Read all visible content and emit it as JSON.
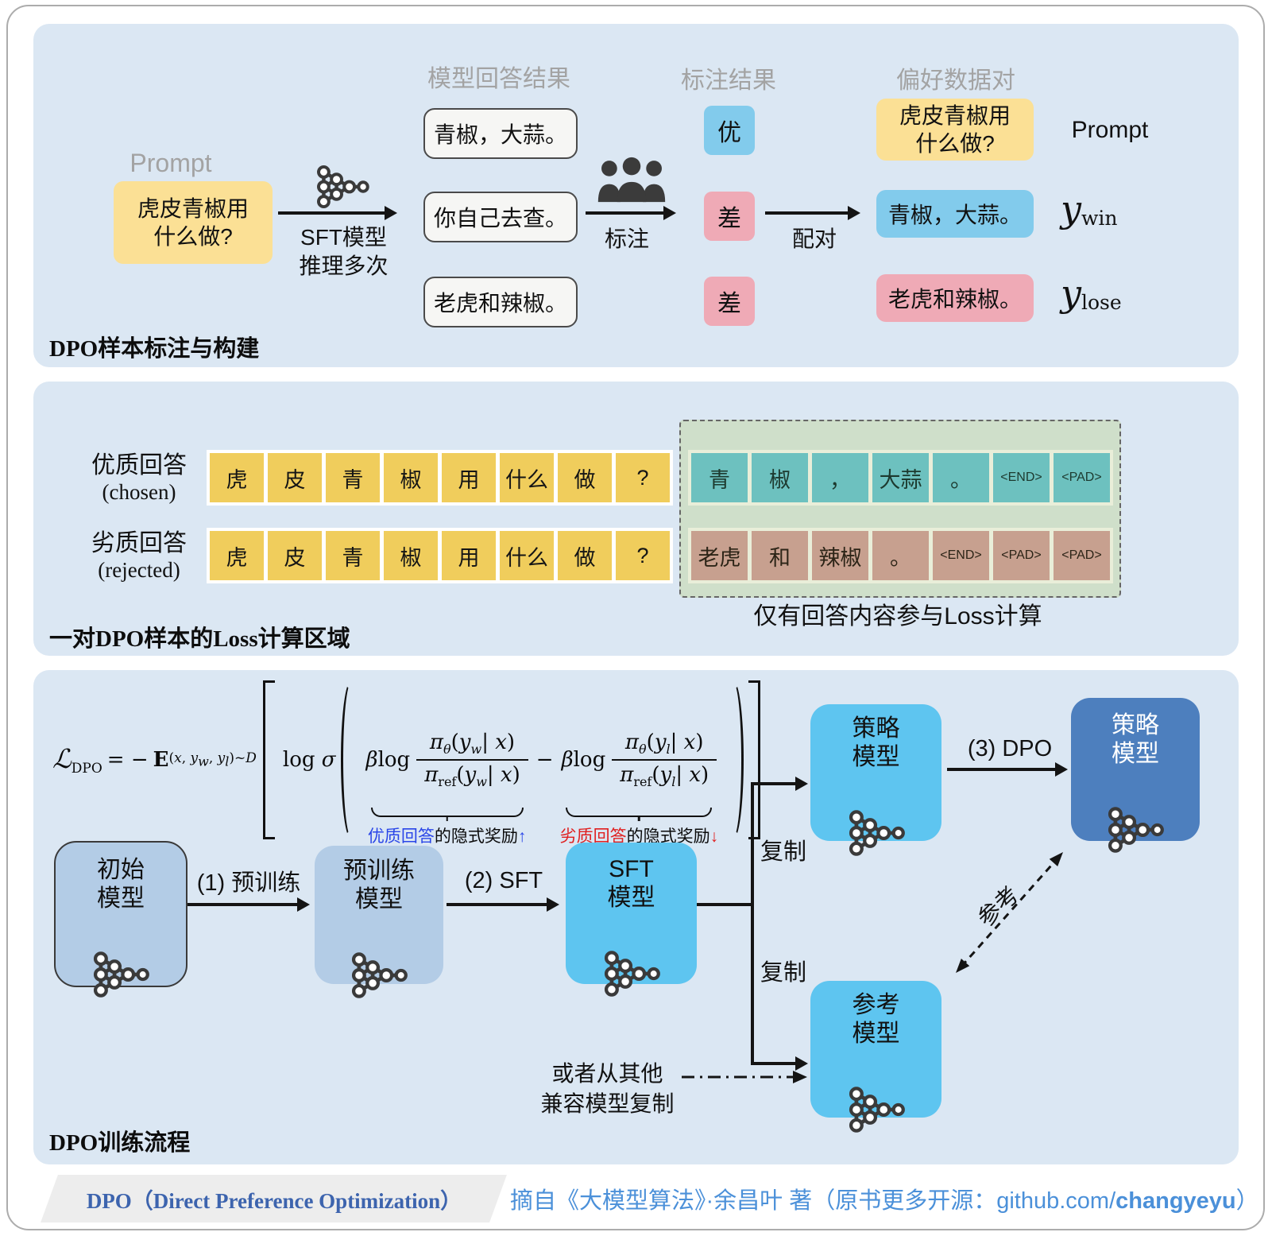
{
  "panel_annotation": {
    "caption": "DPO样本标注与构建",
    "col_responses_header": "模型回答结果",
    "col_ratings_header": "标注结果",
    "col_pairs_header": "偏好数据对",
    "prompt_label": "Prompt",
    "prompt_text": "虎皮青椒用\n什么做?",
    "sft_arrow_label": "SFT模型\n推理多次",
    "annotate_arrow_label": "标注",
    "pair_arrow_label": "配对",
    "responses": [
      "青椒，大蒜。",
      "你自己去查。",
      "老虎和辣椒。"
    ],
    "ratings": [
      "优",
      "差",
      "差"
    ],
    "pair_prompt_text": "虎皮青椒用\n什么做?",
    "pair_prompt_tag": "Prompt",
    "pair_win_text": "青椒，大蒜。",
    "pair_win_tag_main": "y",
    "pair_win_tag_sub": "win",
    "pair_lose_text": "老虎和辣椒。",
    "pair_lose_tag_main": "y",
    "pair_lose_tag_sub": "lose"
  },
  "panel_loss": {
    "caption": "一对DPO样本的Loss计算区域",
    "chosen_label": "优质回答",
    "chosen_sublabel": "(chosen)",
    "rejected_label": "劣质回答",
    "rejected_sublabel": "(rejected)",
    "prompt_tokens": [
      "虎",
      "皮",
      "青",
      "椒",
      "用",
      "什么",
      "做",
      "?"
    ],
    "chosen_tokens": [
      "青",
      "椒",
      "，",
      "大蒜",
      "。",
      "<END>",
      "<PAD>"
    ],
    "rejected_tokens": [
      "老虎",
      "和",
      "辣椒",
      "。",
      "<END>",
      "<PAD>",
      "<PAD>"
    ],
    "loss_note": "仅有回答内容参与Loss计算"
  },
  "panel_training": {
    "caption": "DPO训练流程",
    "formula": {
      "L": "ℒ",
      "L_sub": "DPO",
      "eq": "= −",
      "E": "E",
      "esub_open": "(",
      "x": "x",
      "comma": ", ",
      "y": "y",
      "w": "w",
      "l": "l",
      "esub_close": ")",
      "sim": "~",
      "D": "D",
      "log": "log",
      "sigma": "σ",
      "beta": "β",
      "pi": "π",
      "theta": "θ",
      "ref": "ref",
      "open": "(",
      "bar": "| ",
      "close": ")",
      "minus": "−",
      "win_label_colored": "优质回答",
      "win_label_rest": "的隐式奖励",
      "win_arrow": "↑",
      "lose_label_colored": "劣质回答",
      "lose_label_rest": "的隐式奖励",
      "lose_arrow": "↓"
    },
    "flow": {
      "init_model": "初始\n模型",
      "step1": "(1) 预训练",
      "pretrained_model": "预训练\n模型",
      "step2": "(2) SFT",
      "sft_model": "SFT\n模型",
      "copy_top": "复制",
      "copy_bottom": "复制",
      "policy_model_1": "策略\n模型",
      "step3": "(3) DPO",
      "policy_model_2": "策略\n模型",
      "ref_model": "参考\n模型",
      "ref_arrow_label": "参考",
      "alt_copy_note": "或者从其他\n兼容模型复制"
    }
  },
  "footer": {
    "title": "DPO（Direct Preference Optimization）",
    "source_prefix": "摘自《大模型算法》·余昌叶 著（原书更多开源：github.com/",
    "source_bold": "changyeyu",
    "source_suffix": "）"
  },
  "colors": {
    "panel_bg": "#dbe7f3",
    "prompt_yellow": "#fbe095",
    "token_yellow": "#f0cd5c",
    "good_blue": "#82cbec",
    "bad_pink": "#efaab6",
    "chosen_teal": "#6dc1bf",
    "rejected_brown": "#c7a08f",
    "loss_region_green": "#cfdfca",
    "sft_cyan": "#5ec5f0",
    "pretrained_steel": "#b3cce6",
    "policy_dark_blue": "#4d7fbe",
    "footer_title_blue": "#3d64ae",
    "footer_source_blue": "#4b90d9",
    "reward_up_blue": "#2a46e8",
    "reward_down_red": "#e02020"
  }
}
